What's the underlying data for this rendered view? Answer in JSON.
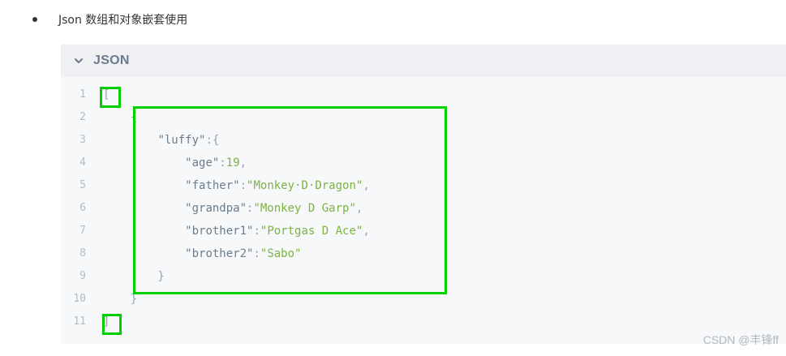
{
  "bullet": {
    "text": "Json 数组和对象嵌套使用"
  },
  "code_block": {
    "language_label": "JSON",
    "collapse_icon": "chevron-down-icon",
    "lines": [
      {
        "no": "1",
        "parts": [
          {
            "t": "[",
            "c": "punc"
          }
        ]
      },
      {
        "no": "2",
        "parts": [
          {
            "t": "    {",
            "c": "punc"
          }
        ]
      },
      {
        "no": "3",
        "parts": [
          {
            "t": "        ",
            "c": "punc"
          },
          {
            "t": "\"luffy\"",
            "c": "key"
          },
          {
            "t": ":{",
            "c": "punc"
          }
        ]
      },
      {
        "no": "4",
        "parts": [
          {
            "t": "            ",
            "c": "punc"
          },
          {
            "t": "\"age\"",
            "c": "key"
          },
          {
            "t": ":",
            "c": "punc"
          },
          {
            "t": "19",
            "c": "num"
          },
          {
            "t": ",",
            "c": "punc"
          }
        ]
      },
      {
        "no": "5",
        "parts": [
          {
            "t": "            ",
            "c": "punc"
          },
          {
            "t": "\"father\"",
            "c": "key"
          },
          {
            "t": ":",
            "c": "punc"
          },
          {
            "t": "\"Monkey·D·Dragon\"",
            "c": "str"
          },
          {
            "t": ",",
            "c": "punc"
          }
        ]
      },
      {
        "no": "6",
        "parts": [
          {
            "t": "            ",
            "c": "punc"
          },
          {
            "t": "\"grandpa\"",
            "c": "key"
          },
          {
            "t": ":",
            "c": "punc"
          },
          {
            "t": "\"Monkey D Garp\"",
            "c": "str"
          },
          {
            "t": ",",
            "c": "punc"
          }
        ]
      },
      {
        "no": "7",
        "parts": [
          {
            "t": "            ",
            "c": "punc"
          },
          {
            "t": "\"brother1\"",
            "c": "key"
          },
          {
            "t": ":",
            "c": "punc"
          },
          {
            "t": "\"Portgas D Ace\"",
            "c": "str"
          },
          {
            "t": ",",
            "c": "punc"
          }
        ]
      },
      {
        "no": "8",
        "parts": [
          {
            "t": "            ",
            "c": "punc"
          },
          {
            "t": "\"brother2\"",
            "c": "key"
          },
          {
            "t": ":",
            "c": "punc"
          },
          {
            "t": "\"Sabo\"",
            "c": "str"
          }
        ]
      },
      {
        "no": "9",
        "parts": [
          {
            "t": "        }",
            "c": "punc"
          }
        ]
      },
      {
        "no": "10",
        "parts": [
          {
            "t": "    }",
            "c": "punc"
          }
        ]
      },
      {
        "no": "11",
        "parts": [
          {
            "t": "]",
            "c": "punc"
          }
        ]
      }
    ]
  },
  "colors": {
    "highlight": "#00d000",
    "string": "#7cb341",
    "key": "#6b7c8c",
    "punctuation": "#9aa3ad"
  },
  "watermark": "CSDN @丰锋ff"
}
